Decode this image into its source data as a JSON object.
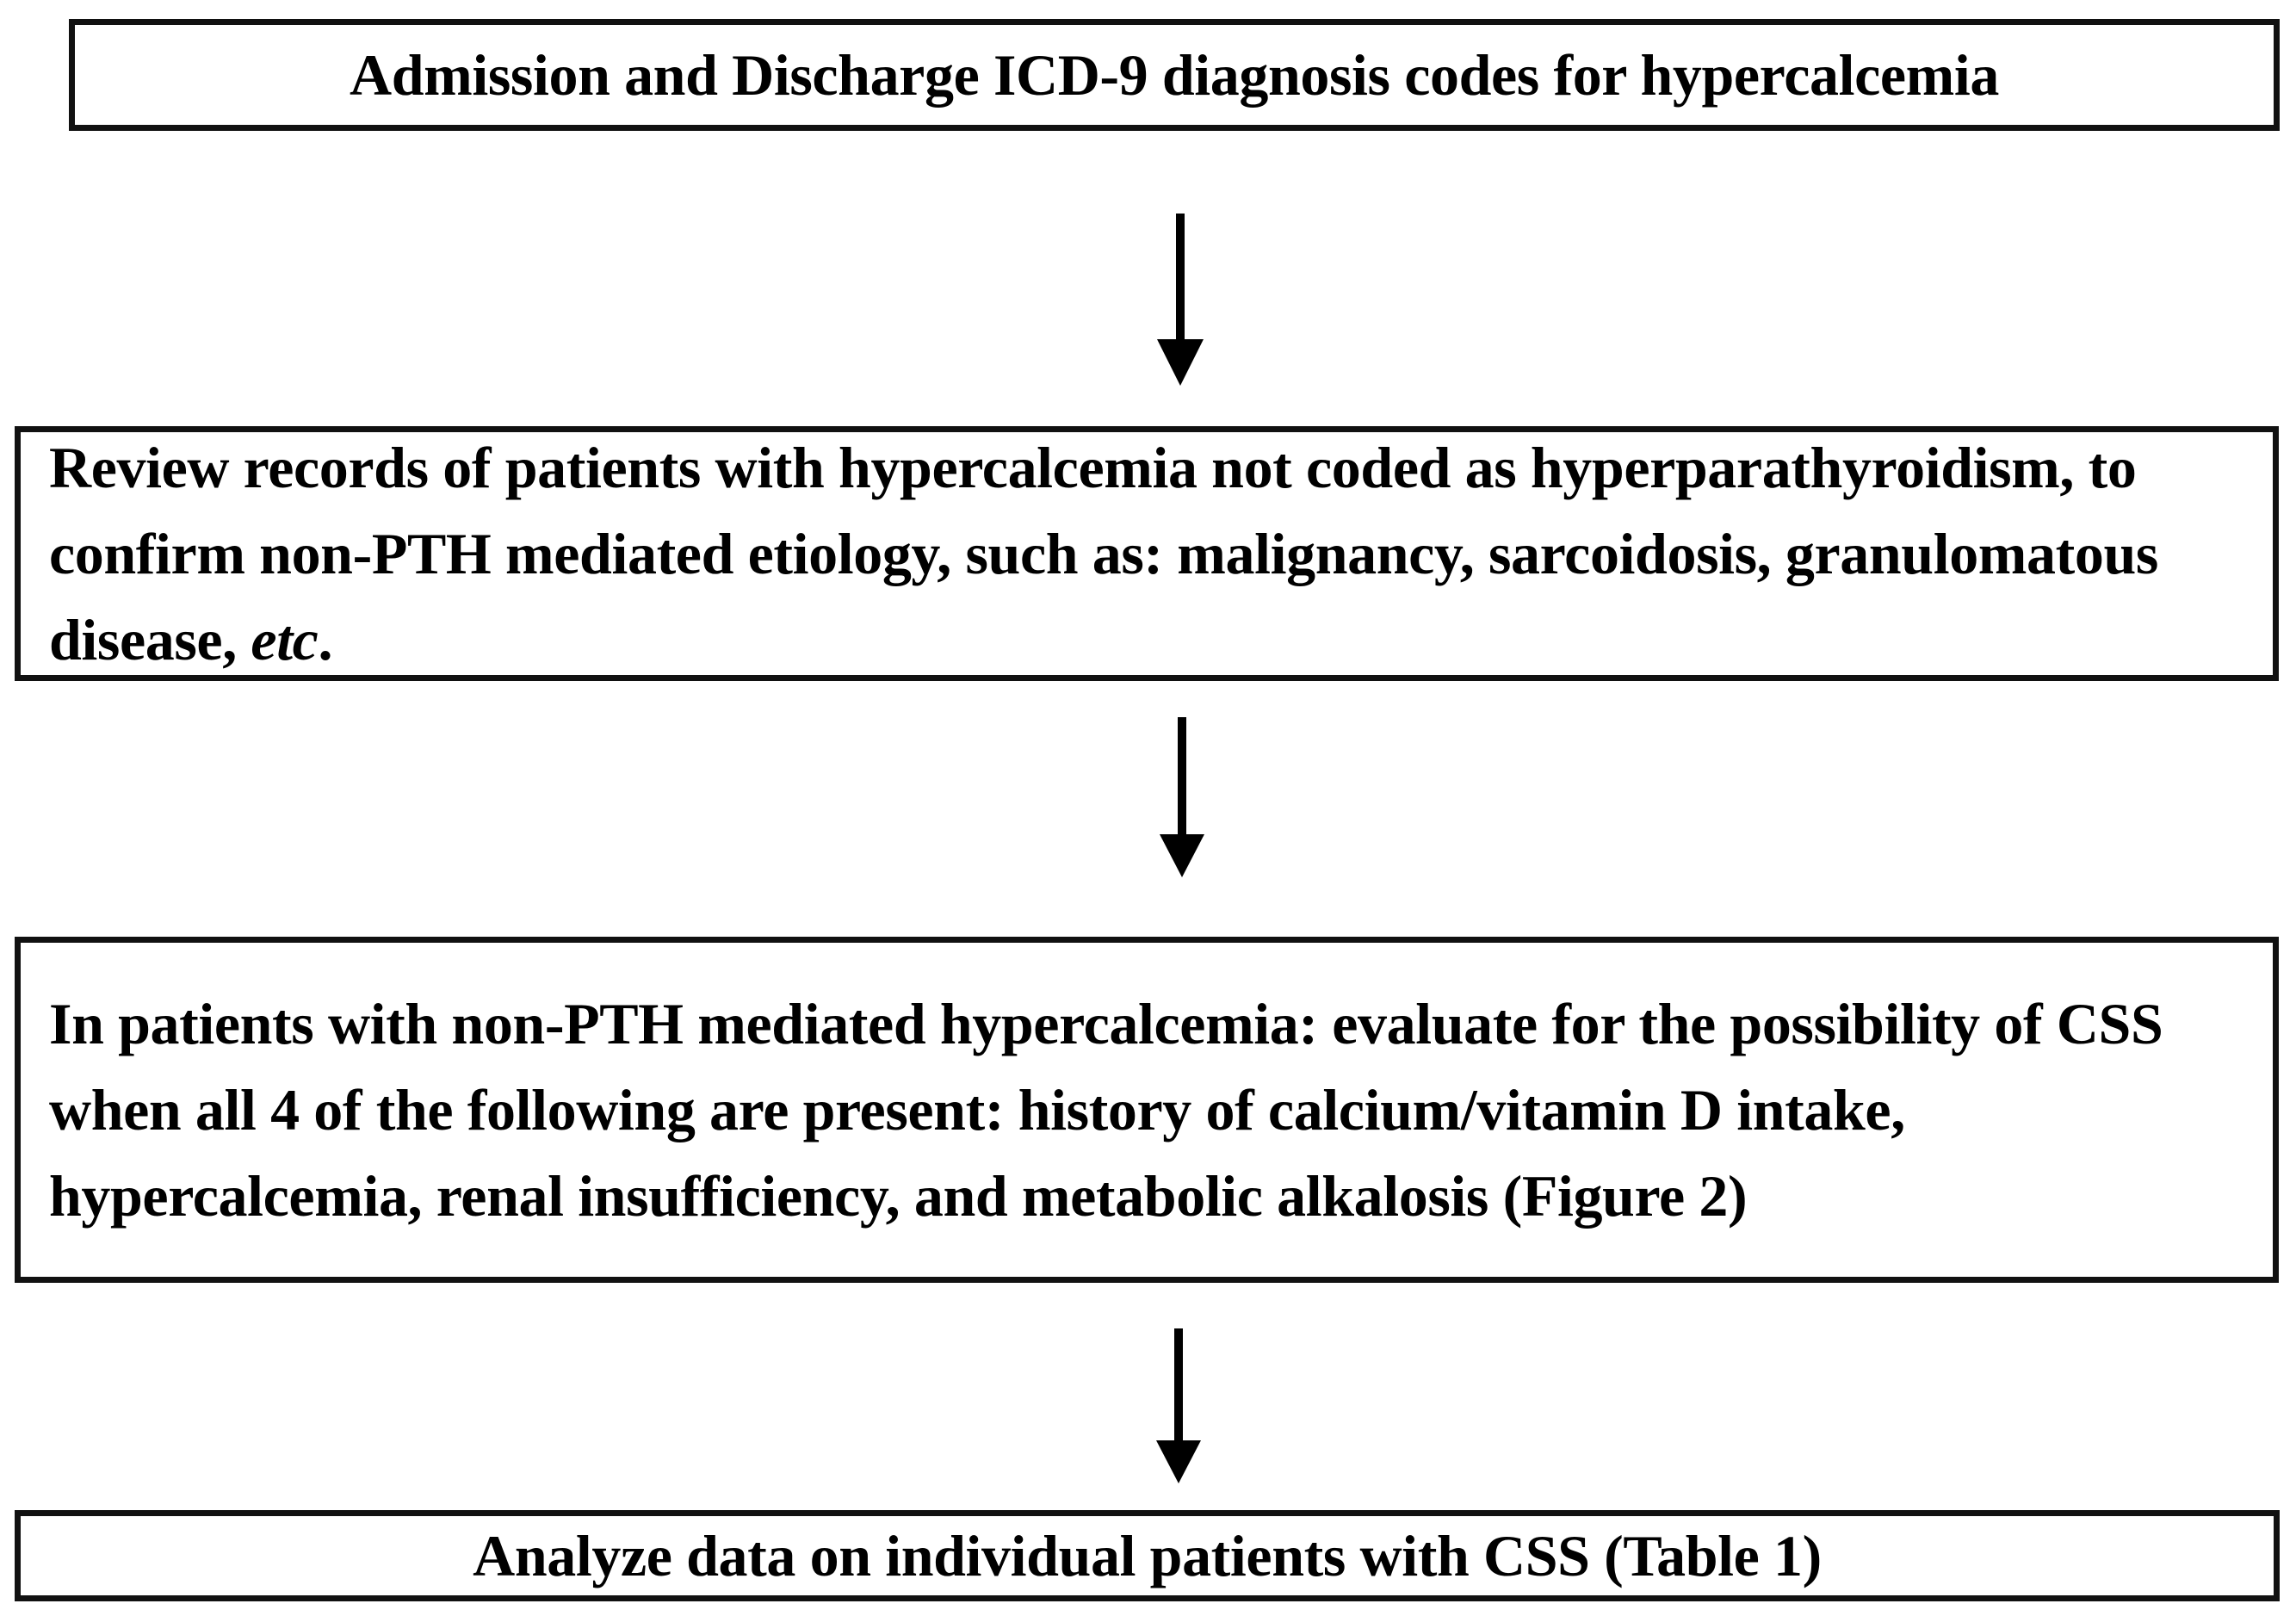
{
  "figure": {
    "type": "flowchart",
    "orientation": "vertical-top-to-bottom",
    "background_color": "#ffffff",
    "box_border_color": "#111111",
    "text_color": "#000000",
    "arrow_color": "#000000"
  },
  "nodes": [
    {
      "id": "node-1",
      "align": "center",
      "text": "Admission and Discharge ICD-9 diagnosis codes for hypercalcemia"
    },
    {
      "id": "node-2",
      "align": "left",
      "text_before_italic": "Review records of patients with hypercalcemia not coded as hyperparathyroidism, to confirm non-PTH mediated etiology, such as: malignancy, sarcoidosis, granulomatous disease, ",
      "italic_text": "etc",
      "text_after_italic": ".",
      "text": "Review records of patients with hypercalcemia not coded as hyperparathyroidism, to confirm non-PTH mediated etiology, such as: malignancy, sarcoidosis, granulomatous disease, etc."
    },
    {
      "id": "node-3",
      "align": "left",
      "text": "In patients with non-PTH mediated hypercalcemia: evaluate for the possibility of CSS when all 4 of the following are present: history of calcium/vitamin D intake, hypercalcemia, renal insufficiency, and metabolic alkalosis (Figure 2)"
    },
    {
      "id": "node-4",
      "align": "center",
      "text": "Analyze data on individual patients with CSS (Table 1)"
    }
  ],
  "connectors": [
    {
      "id": "arrow-1",
      "from": "node-1",
      "to": "node-2",
      "direction": "down"
    },
    {
      "id": "arrow-2",
      "from": "node-2",
      "to": "node-3",
      "direction": "down"
    },
    {
      "id": "arrow-3",
      "from": "node-3",
      "to": "node-4",
      "direction": "down"
    }
  ]
}
